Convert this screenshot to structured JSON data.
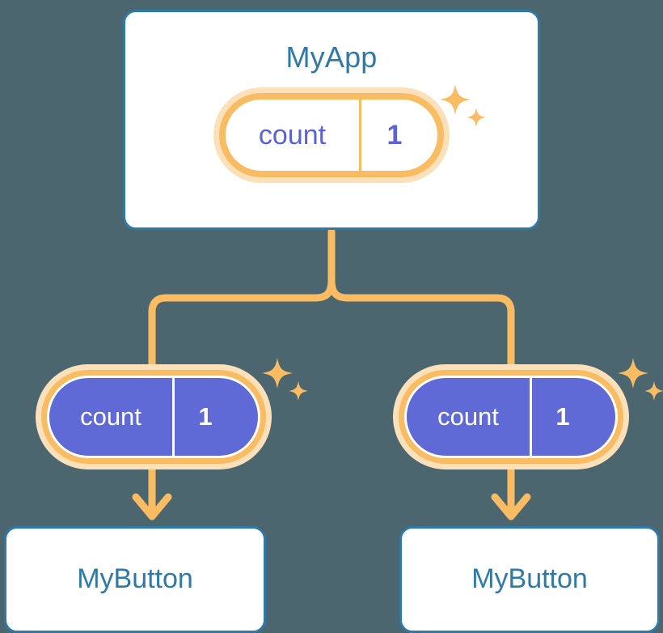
{
  "background_color": "#4c6670",
  "palette": {
    "card_border": "#2f79a8",
    "card_title_text": "#2f79a8",
    "card_background": "#ffffff",
    "signal_ring": "#f9bc62",
    "signal_halo": "#fbe0b9",
    "signal_value_text": "#5b62d6",
    "signal_solid_fill": "#5f6ad7",
    "signal_solid_text": "#ffffff",
    "connector": "#f9bc62",
    "sparkle": "#f9bc62"
  },
  "app": {
    "title": "MyApp",
    "signal": {
      "name": "count",
      "value": "1",
      "style": "light",
      "sparkle": true
    }
  },
  "children": [
    {
      "signal": {
        "name": "count",
        "value": "1",
        "style": "solid",
        "sparkle": true
      },
      "component": {
        "label": "MyButton"
      }
    },
    {
      "signal": {
        "name": "count",
        "value": "1",
        "style": "solid",
        "sparkle": true
      },
      "component": {
        "label": "MyButton"
      }
    }
  ],
  "connectors": {
    "trunk": "vertical-from-app-card",
    "fork": "y-split-to-two-children",
    "arrows": "down-arrow-into-each-component"
  }
}
